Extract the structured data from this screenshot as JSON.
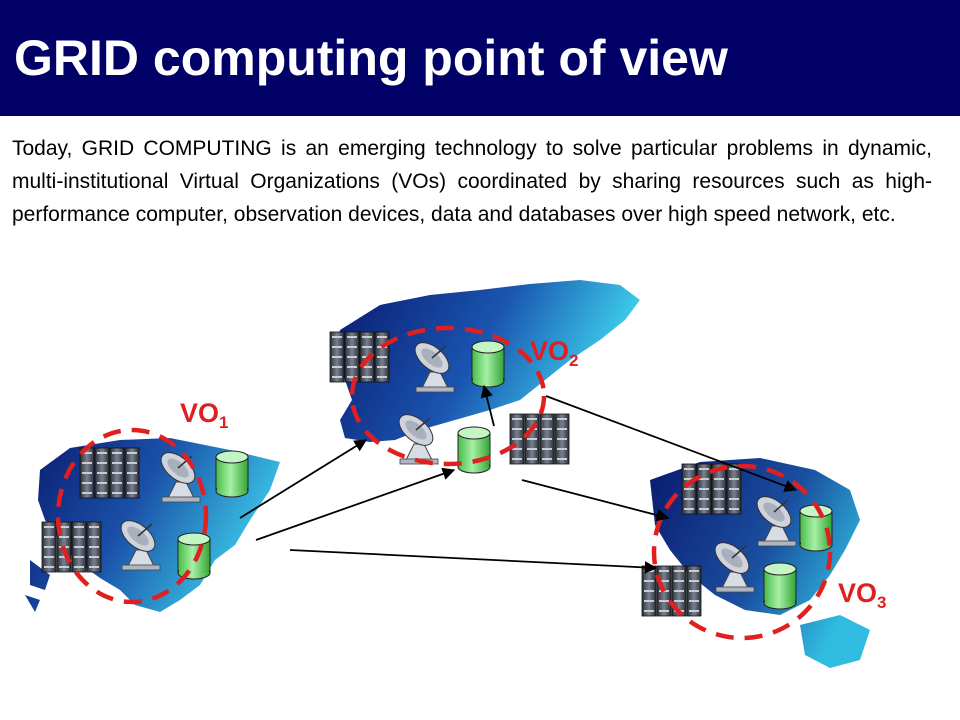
{
  "slide": {
    "title": "GRID computing point of view",
    "body": "Today, GRID COMPUTING is an emerging technology to solve particular problems in dynamic, multi-institutional Virtual Organizations (VOs) coordinated by sharing resources such as high-performance computer, observation devices, data and databases over high speed network, etc."
  },
  "diagram": {
    "vo_labels": [
      {
        "base": "VO",
        "sub": "1"
      },
      {
        "base": "VO",
        "sub": "2"
      },
      {
        "base": "VO",
        "sub": "3"
      }
    ]
  },
  "colors": {
    "title_bar": "#000066",
    "title_text": "#ffffff",
    "vo_ring": "#e02020",
    "continent_dark": "#0a1a6e",
    "continent_light": "#35c8e8",
    "cylinder": "#7de07d"
  },
  "icons": [
    "server-rack-icon",
    "satellite-dish-icon",
    "database-cylinder-icon",
    "arrow-icon"
  ]
}
